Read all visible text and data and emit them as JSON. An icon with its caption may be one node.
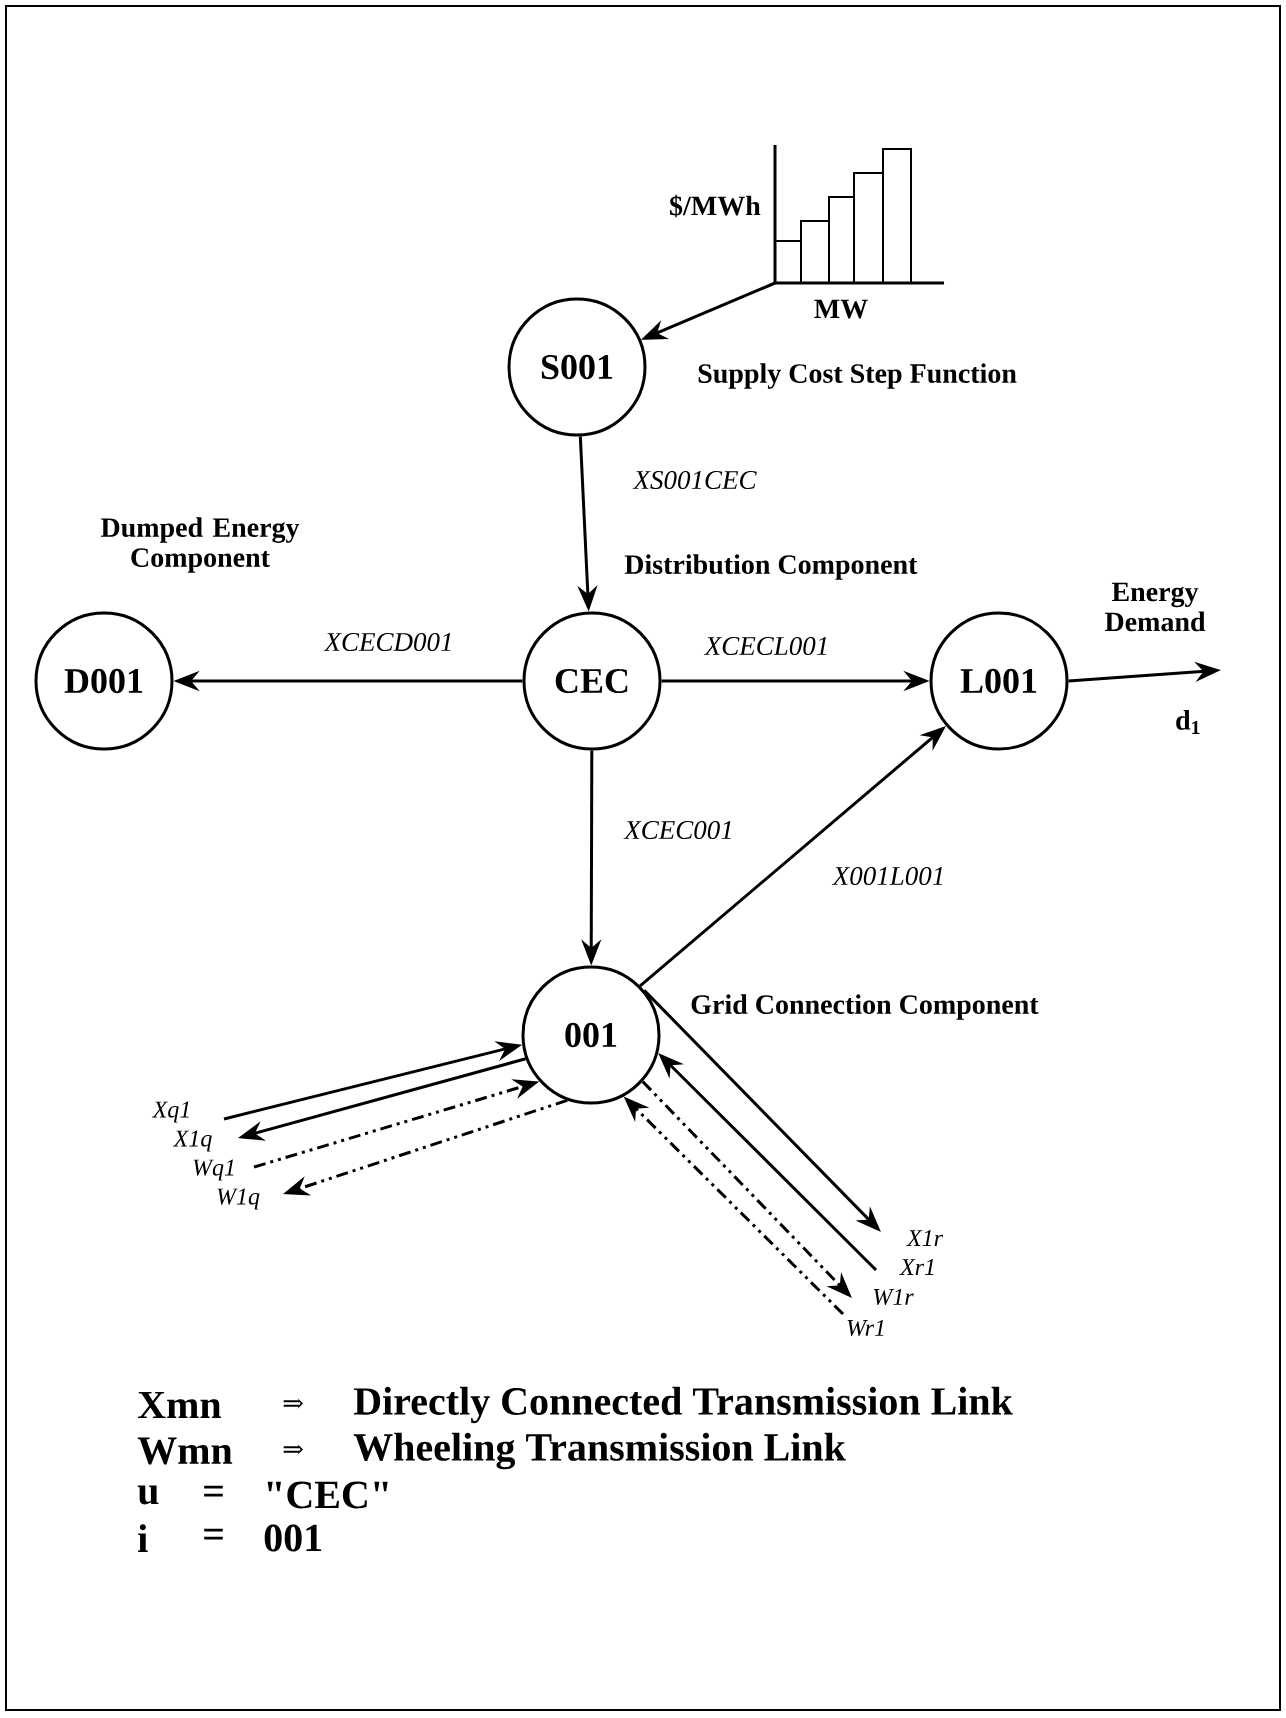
{
  "diagram": {
    "nodes": [
      {
        "text": [
          "S001"
        ],
        "beside": [
          "Supply Cost Step Function"
        ]
      },
      {
        "text": [
          "CEC"
        ],
        "beside": [
          "Distribution Component"
        ]
      },
      {
        "text": [
          "D001"
        ],
        "beside": [
          "Dumped Energy Component"
        ]
      },
      {
        "text": [
          "L001"
        ],
        "beside": [
          "Energy Demand"
        ]
      },
      {
        "text": [
          "001"
        ],
        "beside": [
          "Grid Connection Component"
        ]
      },
      {
        "text": [],
        "shape": "picture",
        "beside": [
          "$/MWh",
          "MW"
        ]
      }
    ],
    "edges": [
      {
        "from": 5,
        "to": 0,
        "arrow": "to"
      },
      {
        "from": 0,
        "to": 1,
        "arrow": "to",
        "label": "XS001CEC"
      },
      {
        "from": 1,
        "to": 2,
        "arrow": "to",
        "label": "XCECD001"
      },
      {
        "from": 1,
        "to": 3,
        "arrow": "to",
        "label": "XCECL001"
      },
      {
        "from": 1,
        "to": 4,
        "arrow": "to",
        "label": "XCEC001"
      },
      {
        "from": 4,
        "to": 3,
        "arrow": "to",
        "label": "X001L001"
      },
      {
        "from": 3,
        "to": null,
        "arrow": "to",
        "label": "d$_{1}$"
      },
      {
        "from": null,
        "to": 4,
        "arrow": "to",
        "label": "Xq1"
      },
      {
        "from": 4,
        "to": null,
        "arrow": "to",
        "label": "X1q"
      },
      {
        "from": null,
        "to": 4,
        "arrow": "to",
        "label": "Wq1",
        "style": "dashed"
      },
      {
        "from": 4,
        "to": null,
        "arrow": "to",
        "label": "W1q",
        "style": "dashed"
      },
      {
        "from": 4,
        "to": null,
        "arrow": "to",
        "label": "X1r"
      },
      {
        "from": null,
        "to": 4,
        "arrow": "to",
        "label": "Xr1"
      },
      {
        "from": 4,
        "to": null,
        "arrow": "to",
        "label": "W1r",
        "style": "dashed"
      },
      {
        "from": null,
        "to": 4,
        "arrow": "to",
        "label": "Wr1",
        "style": "dashed"
      }
    ],
    "labels": [
      "Xmn",
      "⇒",
      "Directly Connected Transmission Link",
      "Wmn",
      "⇒",
      "Wheeling Transmission Link",
      "u",
      "=",
      "\"CEC\"",
      "i",
      "=",
      "001"
    ]
  }
}
